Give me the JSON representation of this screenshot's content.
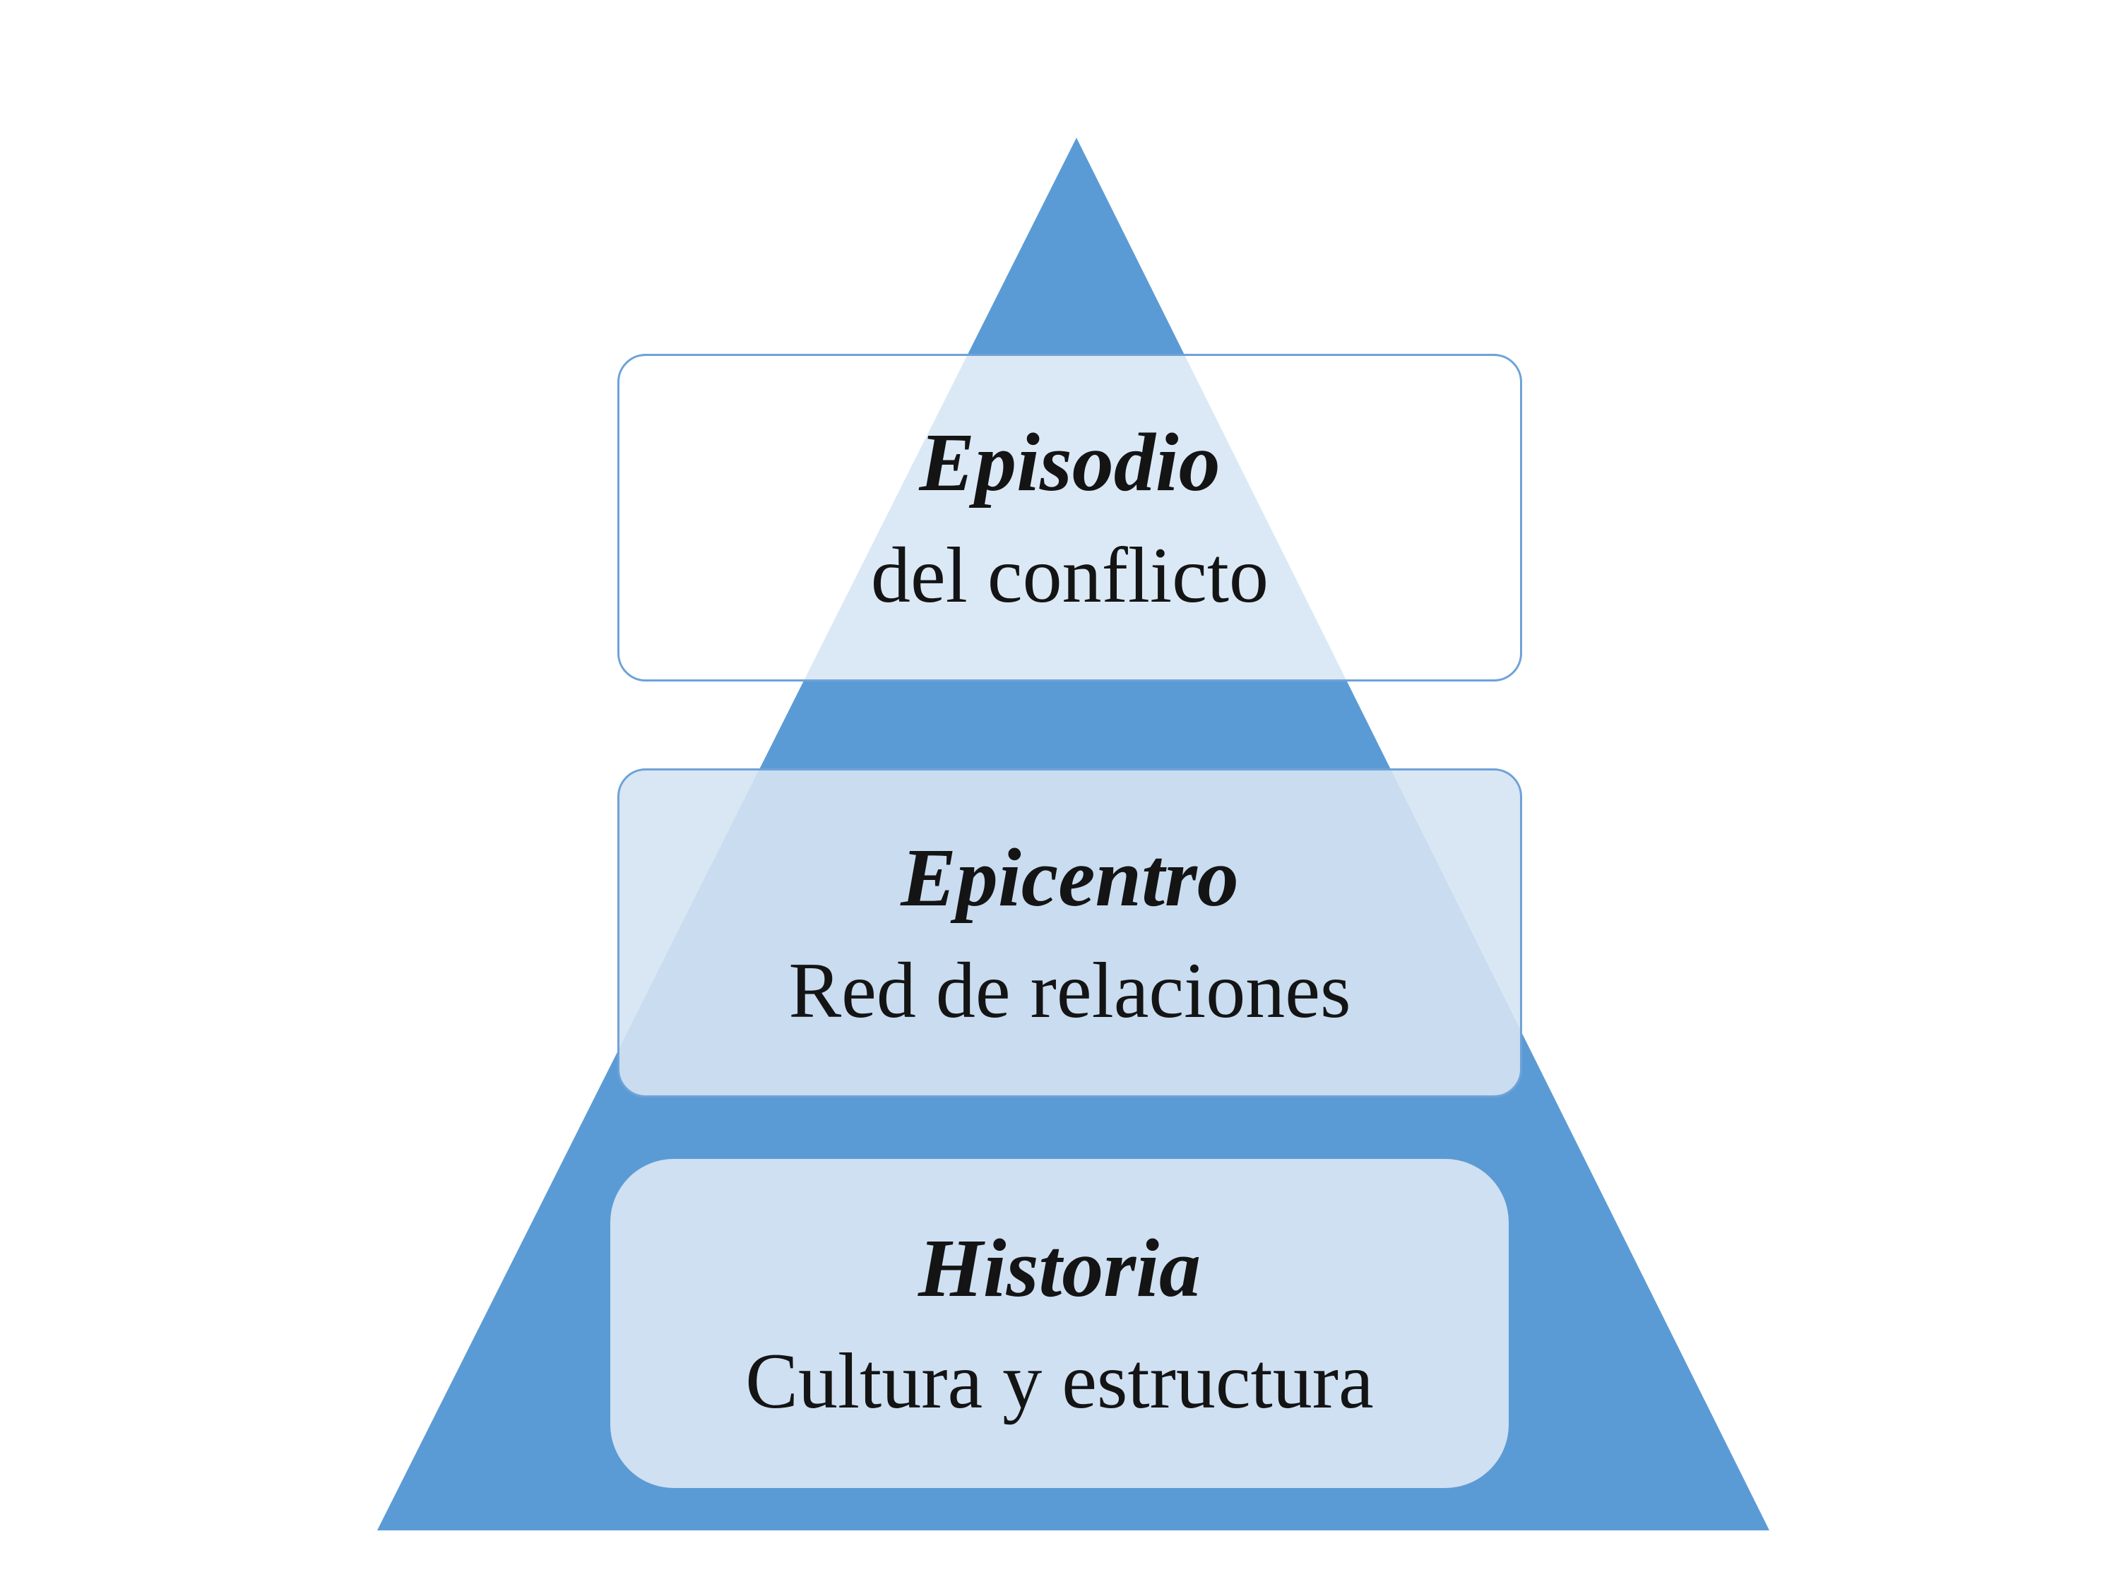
{
  "diagram": {
    "type": "pyramid",
    "levels": [
      {
        "name": "episodio",
        "title": "Episodio",
        "subtitle": "del conflicto"
      },
      {
        "name": "epicentro",
        "title": "Epicentro",
        "subtitle": "Red de relaciones"
      },
      {
        "name": "historia",
        "title": "Historia",
        "subtitle": "Cultura y estructura"
      }
    ],
    "colors": {
      "pyramid_blue": "#5b9bd5",
      "level_fill_light": "#dce8f5",
      "box_border": "#6ea2d8",
      "text": "#141414",
      "background": "#ffffff"
    }
  }
}
